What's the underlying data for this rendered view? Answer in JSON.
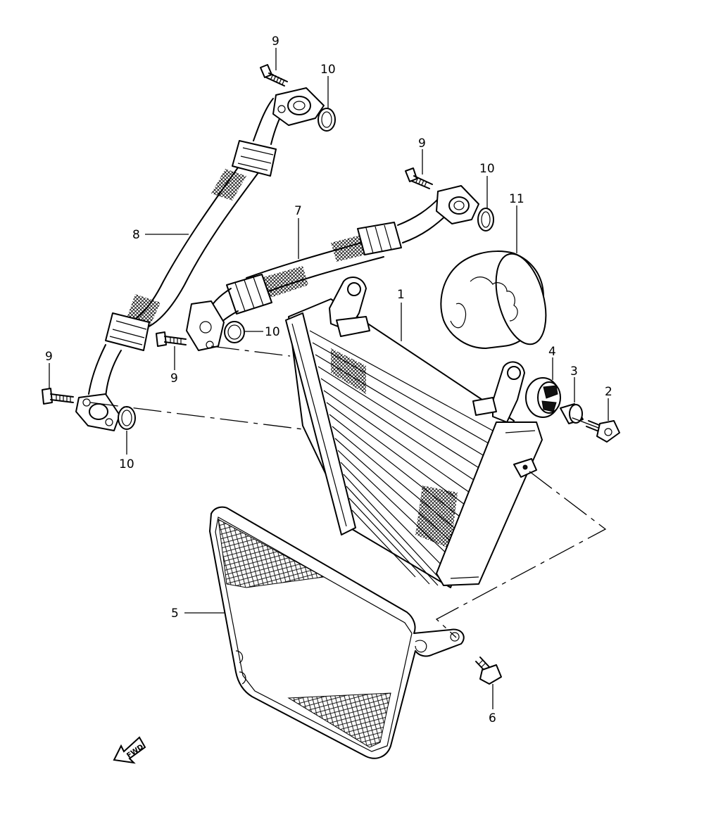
{
  "callouts": {
    "c1": "1",
    "c2": "2",
    "c3": "3",
    "c4": "4",
    "c5": "5",
    "c6": "6",
    "c7": "7",
    "c8": "8",
    "c9a": "9",
    "c9b": "9",
    "c9c": "9",
    "c9d": "9",
    "c10a": "10",
    "c10b": "10",
    "c10c": "10",
    "c10d": "10",
    "c11": "11"
  },
  "fwd_label": "FWD",
  "colors": {
    "line": "#000000",
    "background": "#ffffff"
  }
}
